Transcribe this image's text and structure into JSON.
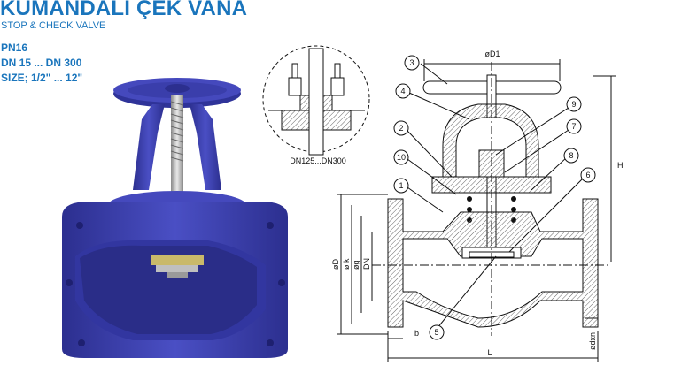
{
  "header": {
    "title": "KUMANDALI ÇEK VANA",
    "subtitle": "STOP & CHECK VALVE",
    "specs": [
      "PN16",
      "DN 15 ... DN 300",
      "SIZE; 1/2\" ... 12\""
    ]
  },
  "detail": {
    "label": "DN125...DN300"
  },
  "drawing": {
    "callouts": [
      "1",
      "2",
      "3",
      "4",
      "5",
      "6",
      "7",
      "8",
      "9",
      "10"
    ],
    "dims": {
      "d1": "øD1",
      "h": "H",
      "d": "øD",
      "k": "ø k",
      "g": "øg",
      "dn": "DN",
      "b": "b",
      "l": "L",
      "dxn": "ødxn"
    }
  },
  "colors": {
    "accent": "#1a75bc",
    "valve_blue": "#3b3fb0",
    "brass": "#c9b96a",
    "hatch": "#555555"
  }
}
